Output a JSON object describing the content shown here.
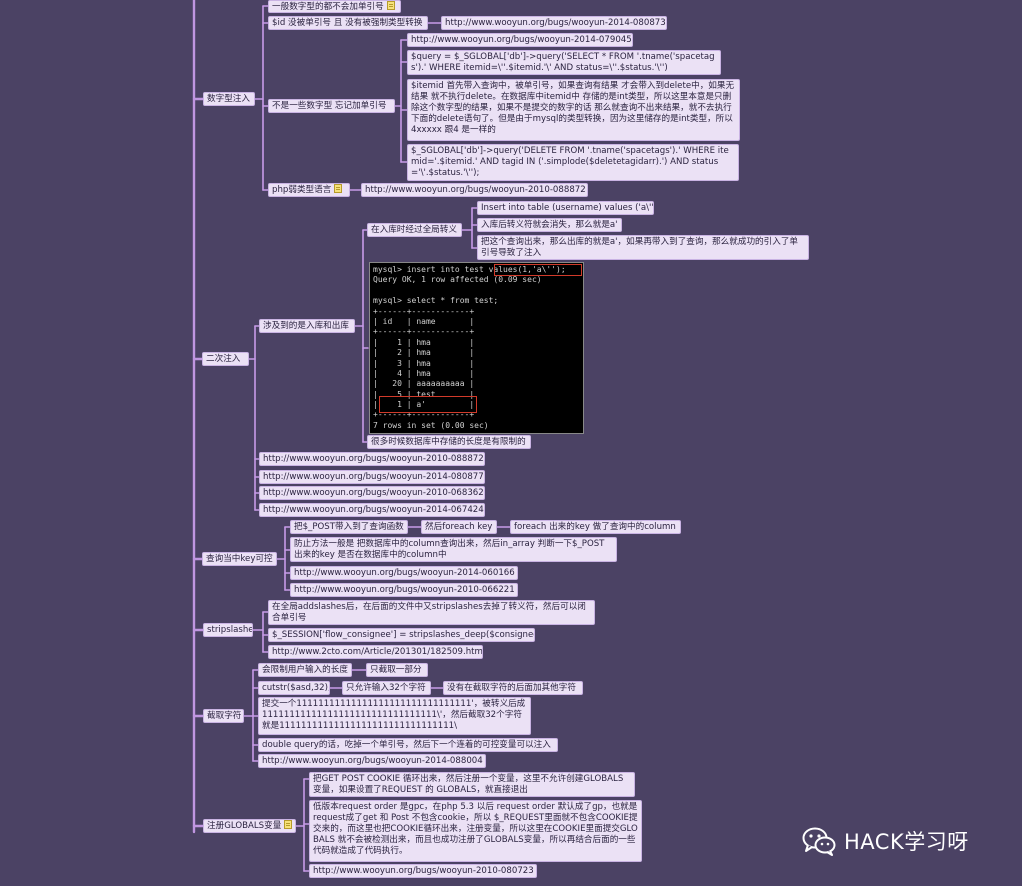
{
  "nodes": {
    "n_ordinary": "一般数字型的都不会加单引号",
    "n_id_no_quote": "$id 没被单引号 且 没有被强制类型转换",
    "n_id_link": "http://www.wooyun.org/bugs/wooyun-2014-080873",
    "n_numeric": "数字型注入",
    "n_not_numeric": "不是一些数字型 忘记加单引号",
    "n_nn_link": "http://www.wooyun.org/bugs/wooyun-2014-079045",
    "n_nn_code1": "$query = $_SGLOBAL['db']->query('SELECT * FROM '.tname('spacetags').' WHERE itemid=\\''.$itemid.'\\' AND status=\\''.$status.'\\'')",
    "n_nn_desc": "$itemid 首先带入查询中，被单引号，如果查询有结果 才会带入到delete中，如果无结果 就不执行delete。在数据库中itemid中 存储的是int类型，所以这里本意是只删除这个数字型的结果，如果不是提交的数字的话 那么就查询不出来结果，就不去执行下面的delete语句了。但是由于mysql的类型转换，因为这里储存的是int类型，所以4xxxxx 跟4 是一样的",
    "n_nn_code2": "$_SGLOBAL['db']->query('DELETE FROM '.tname('spacetags').' WHERE itemid='.$itemid.' AND tagid IN ('.simplode($deletetagidarr).') AND status='\\'.$status.'\\'');",
    "n_php_weak": "php弱类型语言",
    "n_php_link": "http://www.wooyun.org/bugs/wooyun-2010-088872",
    "n_second": "二次注入",
    "n_in_out": "涉及到的是入库和出库",
    "n_escape": "在入库时经过全局转义",
    "n_insert": "Insert into table (username) values ('a\\'');",
    "n_after_insert": "入库后转义符就会消失，那么就是a'",
    "n_query_out": "把这个查询出来，那么出库的就是a'，如果再带入到了查询，那么就成功的引入了单引号导致了注入",
    "n_length": "很多时候数据库中存储的长度是有限制的",
    "n_sec_link1": "http://www.wooyun.org/bugs/wooyun-2010-088872",
    "n_sec_link2": "http://www.wooyun.org/bugs/wooyun-2014-080877",
    "n_sec_link3": "http://www.wooyun.org/bugs/wooyun-2010-068362",
    "n_sec_link4": "http://www.wooyun.org/bugs/wooyun-2014-067424",
    "n_key": "查询当中key可控",
    "n_post": "把$_POST带入到了查询函数",
    "n_foreach": "然后foreach key",
    "n_foreach_out": "foreach 出来的key 做了查询中的column",
    "n_prevent": "防止方法一般是 把数据库中的column查询出来，然后in_array 判断一下$_POST出来的key 是否在数据库中的column中",
    "n_key_link1": "http://www.wooyun.org/bugs/wooyun-2014-060166",
    "n_key_link2": "http://www.wooyun.org/bugs/wooyun-2010-066221",
    "n_strip": "stripslashes",
    "n_strip_desc": "在全局addslashes后，在后面的文件中又stripslashes去掉了转义符，然后可以闭合单引号",
    "n_strip_code": "$_SESSION['flow_consignee'] = stripslashes_deep($consignee);",
    "n_strip_link": "http://www.2cto.com/Article/201301/182509.html",
    "n_cut": "截取字符",
    "n_cut_limit": "会限制用户输入的长度",
    "n_cut_part": "只截取一部分",
    "n_cutstr": "cutstr($asd,32);",
    "n_cut32": "只允许输入32个字符",
    "n_cut_noquote": "没有在截取字符的后面加其他字符",
    "n_cut_submit": "提交一个11111111111111111111111111111111'，被转义后成11111111111111111111111111111111\\'，然后截取32个字符就是11111111111111111111111111111111\\",
    "n_double": "double query的话，吃掉一个单引号，然后下一个连着的可控变量可以注入",
    "n_cut_link": "http://www.wooyun.org/bugs/wooyun-2014-088004",
    "n_globals": "注册GLOBALS变量",
    "n_glob_desc1": "把GET POST COOKIE 循环出来，然后注册一个变量，这里不允许创建GLOBALS变量，如果设置了REQUEST 的 GLOBALS，就直接退出",
    "n_glob_desc2": "低版本request order 是gpc，在php 5.3 以后 request order 默认成了gp，也就是request成了get 和 Post 不包含cookie，所以 $_REQUEST里面就不包含COOKIE提交来的，而这里也把COOKIE循环出来，注册变量，所以这里在COOKIE里面提交GLOBALS 就不会被检测出来，而且也成功注册了GLOBALS变量，所以再结合后面的一些代码就造成了代码执行。",
    "n_glob_link": "http://www.wooyun.org/bugs/wooyun-2010-080723"
  },
  "terminal": {
    "lines": [
      "mysql> insert into test values(1,'a\\'');",
      "Query OK, 1 row affected (0.09 sec)",
      "",
      "mysql> select * from test;",
      "+------+------------+",
      "| id   | name       |",
      "+------+------------+",
      "|    1 | hma        |",
      "|    2 | hma        |",
      "|    3 | hma        |",
      "|    4 | hma        |",
      "|   20 | aaaaaaaaaa |",
      "|    5 | test       |",
      "|    1 | a'         |",
      "+------+------------+",
      "7 rows in set (0.00 sec)"
    ]
  },
  "watermark": {
    "text": "HACK学习呀",
    "icon": "wechat-icon"
  },
  "colors": {
    "background": "#4b4264",
    "node_fill": "#ebe1f5",
    "connector": "#c79be8",
    "highlight": "#d23a2a"
  }
}
